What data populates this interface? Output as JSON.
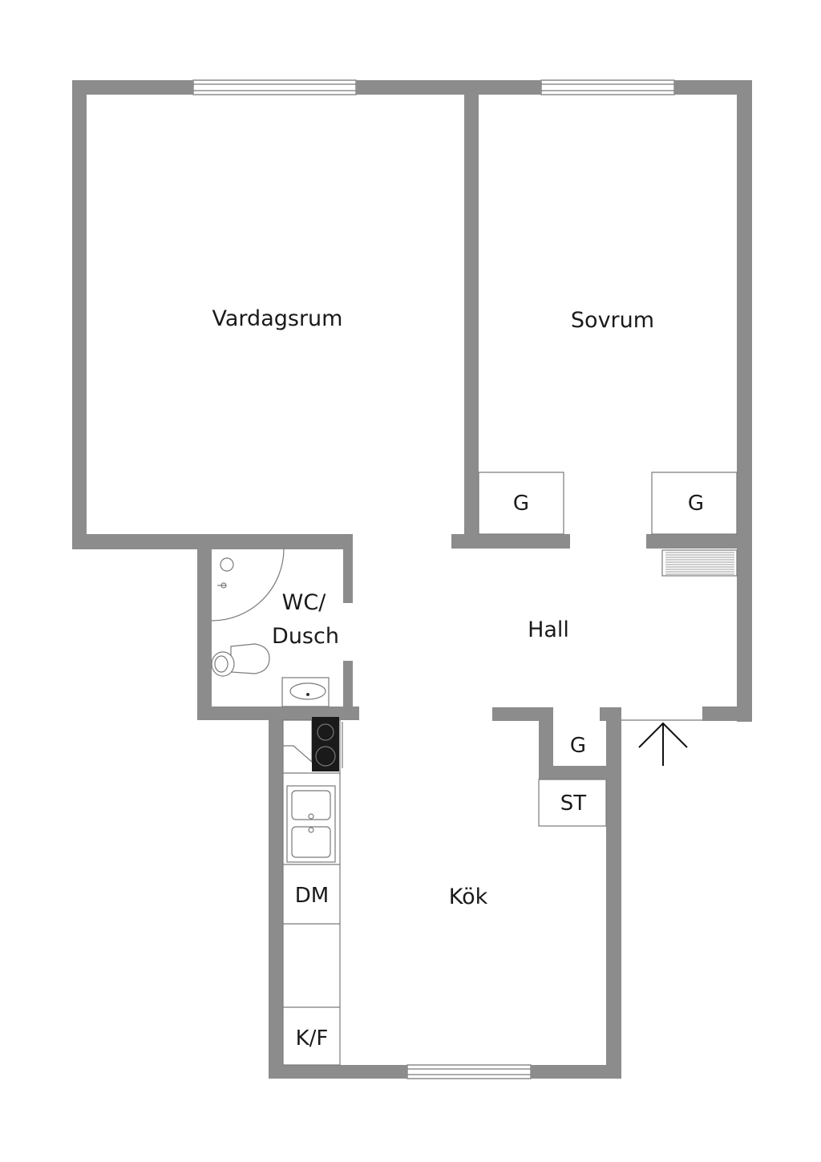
{
  "rooms": {
    "living": "Vardagsrum",
    "bedroom": "Sovrum",
    "bath_line1": "WC/",
    "bath_line2": "Dusch",
    "hall": "Hall",
    "kitchen": "Kök"
  },
  "fixtures": {
    "wardrobe_1": "G",
    "wardrobe_2": "G",
    "wardrobe_3": "G",
    "storage": "ST",
    "dishwasher": "DM",
    "fridge_freezer": "K/F"
  },
  "colors": {
    "wall": "#8c8c8c",
    "background": "#ffffff",
    "text": "#1a1a1a",
    "stove_top": "#1a1a1a"
  }
}
